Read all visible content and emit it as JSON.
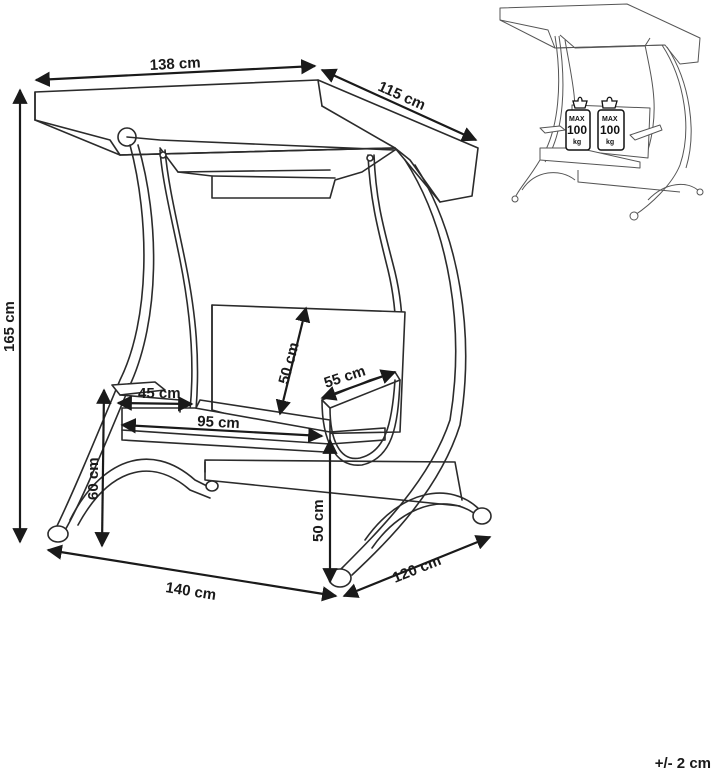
{
  "dimensions": {
    "canopy_width": "138 cm",
    "canopy_depth": "115 cm",
    "total_height": "165 cm",
    "backrest_height": "50 cm",
    "seat_depth": "55 cm",
    "armrest_depth": "45 cm",
    "seat_width": "95 cm",
    "armrest_height": "60 cm",
    "seat_height": "50 cm",
    "base_width": "140 cm",
    "base_depth": "120 cm"
  },
  "tolerance": "+/- 2 cm",
  "max_load": {
    "left": {
      "label": "MAX",
      "value": "100",
      "unit": "kg"
    },
    "right": {
      "label": "MAX",
      "value": "100",
      "unit": "kg"
    }
  },
  "colors": {
    "line": "#2b2b2b",
    "thumb_line": "#555555",
    "fill": "#ffffff"
  }
}
